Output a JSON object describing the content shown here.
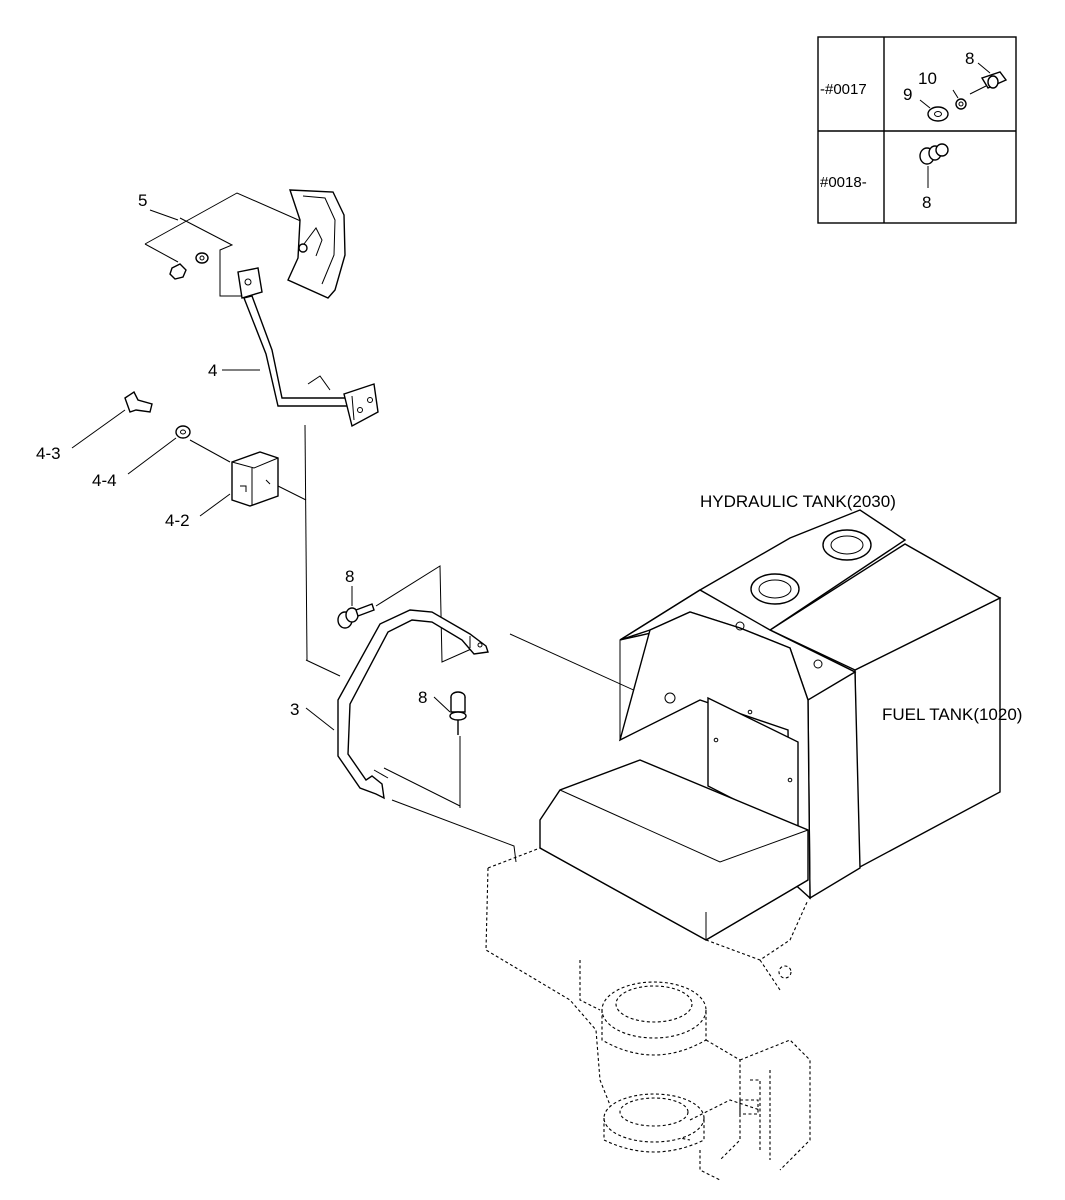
{
  "callouts": {
    "part_5": "5",
    "part_4": "4",
    "part_4_3": "4-3",
    "part_4_4": "4-4",
    "part_4_2": "4-2",
    "part_8_upper": "8",
    "part_8_lower": "8",
    "part_3": "3"
  },
  "references": {
    "hydraulic_tank": "HYDRAULIC TANK(2030)",
    "fuel_tank": "FUEL TANK(1020)"
  },
  "serial_table": {
    "row1": {
      "range": "-#0017",
      "labels": [
        "8",
        "10",
        "9"
      ]
    },
    "row2": {
      "range": "#0018-",
      "labels": [
        "8"
      ]
    }
  }
}
